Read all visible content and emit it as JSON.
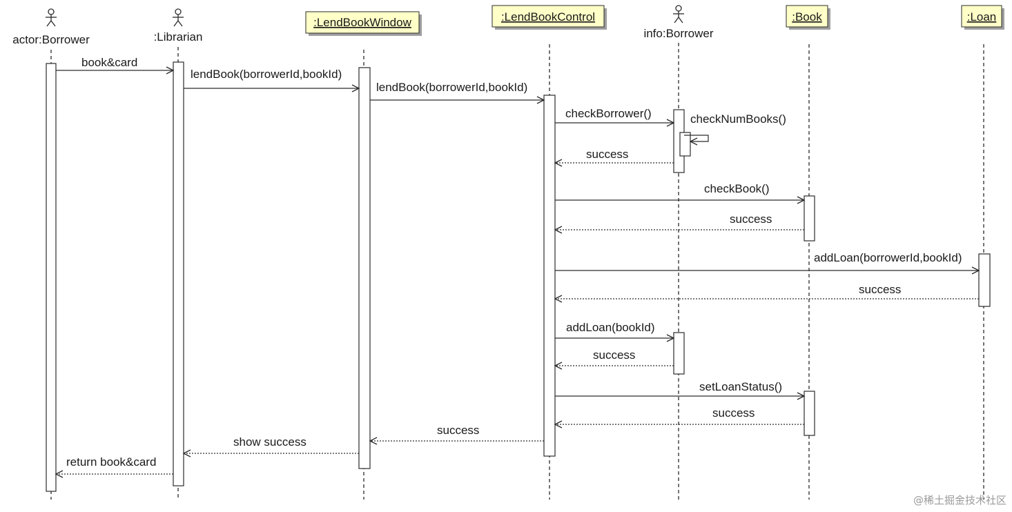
{
  "participants": [
    {
      "id": "p1",
      "label": "actor:Borrower",
      "kind": "actor"
    },
    {
      "id": "p2",
      "label": ":Librarian",
      "kind": "actor"
    },
    {
      "id": "p3",
      "label": ":LendBookWindow",
      "kind": "object"
    },
    {
      "id": "p4",
      "label": ":LendBookControl",
      "kind": "object"
    },
    {
      "id": "p5",
      "label": "info:Borrower",
      "kind": "actor"
    },
    {
      "id": "p6",
      "label": ":Book",
      "kind": "object"
    },
    {
      "id": "p7",
      "label": ":Loan",
      "kind": "object"
    }
  ],
  "messages": [
    {
      "id": "m1",
      "from": "p1",
      "to": "p2",
      "label": "book&card",
      "kind": "call"
    },
    {
      "id": "m2",
      "from": "p2",
      "to": "p3",
      "label": "lendBook(borrowerId,bookId)",
      "kind": "call"
    },
    {
      "id": "m3",
      "from": "p3",
      "to": "p4",
      "label": "lendBook(borrowerId,bookId)",
      "kind": "call"
    },
    {
      "id": "m4",
      "from": "p4",
      "to": "p5",
      "label": "checkBorrower()",
      "kind": "call"
    },
    {
      "id": "m5",
      "from": "p5",
      "to": "p5",
      "label": "checkNumBooks()",
      "kind": "self"
    },
    {
      "id": "m6",
      "from": "p5",
      "to": "p4",
      "label": "success",
      "kind": "return"
    },
    {
      "id": "m7",
      "from": "p4",
      "to": "p6",
      "label": "checkBook()",
      "kind": "call"
    },
    {
      "id": "m8",
      "from": "p6",
      "to": "p4",
      "label": "success",
      "kind": "return"
    },
    {
      "id": "m9",
      "from": "p4",
      "to": "p7",
      "label": "addLoan(borrowerId,bookId)",
      "kind": "call"
    },
    {
      "id": "m10",
      "from": "p7",
      "to": "p4",
      "label": "success",
      "kind": "return"
    },
    {
      "id": "m11",
      "from": "p4",
      "to": "p5",
      "label": "addLoan(bookId)",
      "kind": "call"
    },
    {
      "id": "m12",
      "from": "p5",
      "to": "p4",
      "label": "success",
      "kind": "return"
    },
    {
      "id": "m13",
      "from": "p4",
      "to": "p6",
      "label": "setLoanStatus()",
      "kind": "call"
    },
    {
      "id": "m14",
      "from": "p6",
      "to": "p4",
      "label": "success",
      "kind": "return"
    },
    {
      "id": "m15",
      "from": "p4",
      "to": "p3",
      "label": "success",
      "kind": "return"
    },
    {
      "id": "m16",
      "from": "p3",
      "to": "p2",
      "label": "show success",
      "kind": "return"
    },
    {
      "id": "m17",
      "from": "p2",
      "to": "p1",
      "label": "return book&card",
      "kind": "return"
    }
  ],
  "watermark": "@稀土掘金技术社区",
  "colors": {
    "box_fill": "#ffffc8",
    "box_shadow": "#9e9e9e",
    "line": "#2a2a2a",
    "activation_fill": "#ffffff"
  }
}
